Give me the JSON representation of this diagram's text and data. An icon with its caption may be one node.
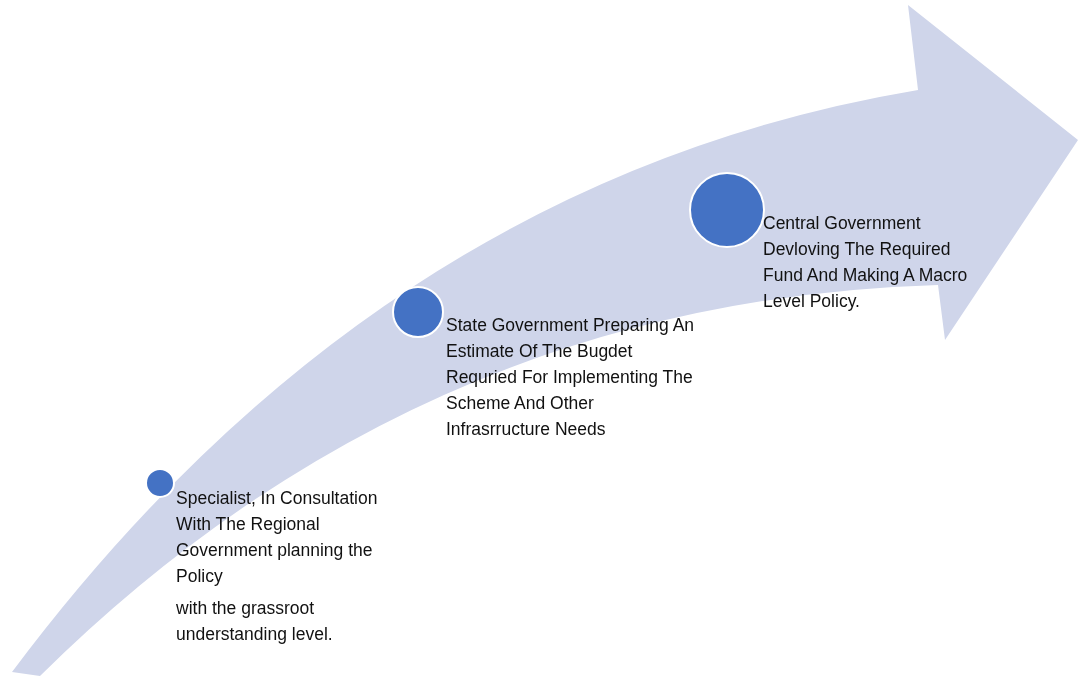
{
  "diagram": {
    "nodes": [
      {
        "text": [],
        "shape": "circle",
        "beside": [
          "Specialist, In Consultation With The Regional Government planning the Policy",
          "with the grassroot understanding level."
        ]
      },
      {
        "text": [],
        "shape": "circle",
        "beside": [
          "State Government Preparing An Estimate Of The Bugdet Requried For Implementing The Scheme And Other Infrasrructure Needs"
        ]
      },
      {
        "text": [],
        "shape": "circle",
        "beside": [
          "Central Government Devloving The Required Fund And Making A Macro Level Policy."
        ]
      }
    ]
  }
}
